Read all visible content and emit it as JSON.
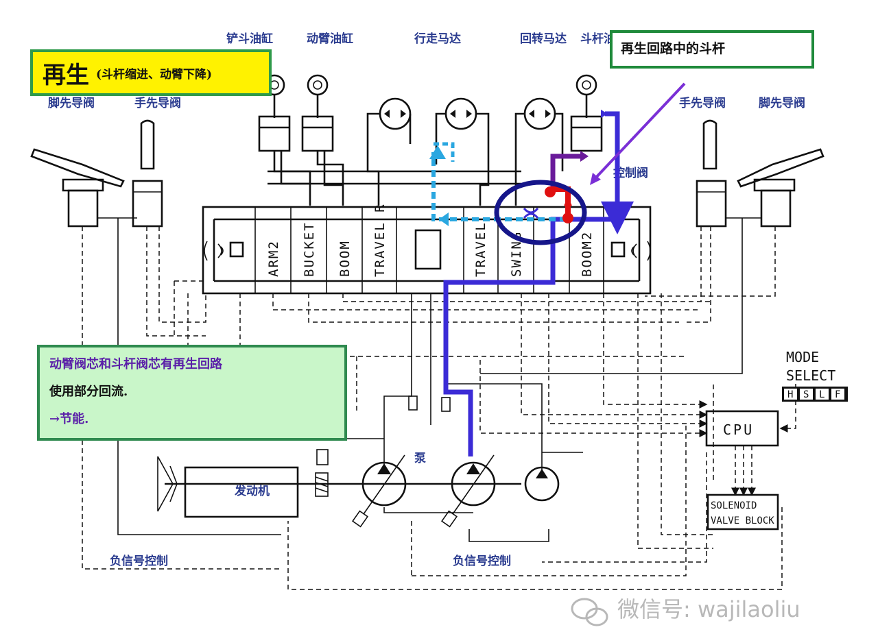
{
  "title": {
    "main": "再生",
    "sub": "(斗杆缩进、动臂下降)"
  },
  "callout": "再生回路中的斗杆",
  "note": {
    "line1": "动臂阀芯和斗杆阀芯有再生回路",
    "line2": "使用部分回流.",
    "line3": "→节能."
  },
  "labels": {
    "bucket_cyl": "铲斗油缸",
    "boom_cyl": "动臂油缸",
    "travel_motor": "行走马达",
    "swing_motor": "回转马达",
    "arm_cyl": "斗杆油",
    "pedal_pilot_left": "脚先导阀",
    "hand_pilot_left": "手先导阀",
    "hand_pilot_right": "手先导阀",
    "pedal_pilot_right": "脚先导阀",
    "control_valve": "控制阀",
    "pump": "泵",
    "engine": "发动机",
    "neg_control_left": "负信号控制",
    "neg_control_right": "负信号控制"
  },
  "spools": [
    "ARM2",
    "BUCKET",
    "BOOM",
    "TRAVEL R",
    "TRAVEL",
    "SWING",
    "BOOM2"
  ],
  "mode_select": {
    "line1": "MODE",
    "line2": "SELECT",
    "keys": [
      "H",
      "S",
      "L",
      "F"
    ]
  },
  "cpu": "CPU",
  "solenoid": {
    "line1": "SOLENOID",
    "line2": "VALVE BLOCK"
  },
  "watermark": "微信号: wajilaoliu",
  "colors": {
    "flow_main": "#3b2bd6",
    "flow_return": "#2aa7e0",
    "flow_regen": "#6a1b9a",
    "regen_point": "#e01010",
    "highlight_ring": "#16168a",
    "title_bg": "#fff200",
    "note_bg": "#c9f6c9"
  }
}
